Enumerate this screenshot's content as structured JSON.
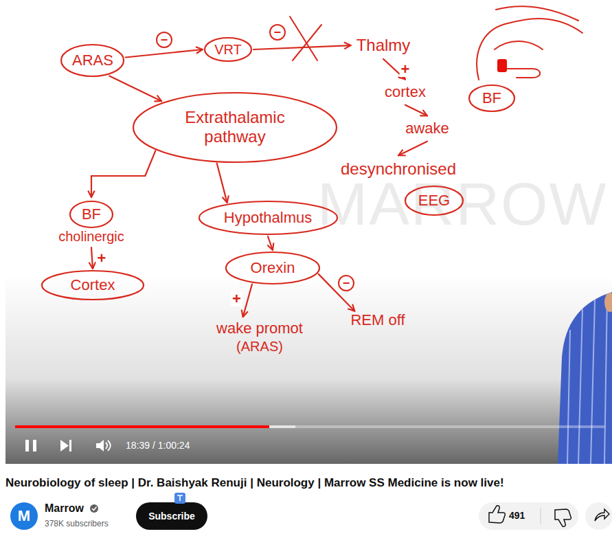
{
  "diagram": {
    "title": "Neurobiology of sleep | Dr. Baishyak Renuji | Neurology | Marrow SS Medicine is now live!",
    "nodes": [
      {
        "text": [
          "ARAS"
        ]
      },
      {
        "text": [
          "VRT"
        ]
      },
      {
        "text": [
          "Thalmy"
        ]
      },
      {
        "text": [
          "BF"
        ]
      },
      {
        "text": [
          "cortex"
        ]
      },
      {
        "text": [
          "Extrathalamic pathway"
        ]
      },
      {
        "text": [
          "awake"
        ]
      },
      {
        "text": [
          "desynchronised"
        ]
      },
      {
        "text": [
          "EEG"
        ]
      },
      {
        "text": [
          "BF",
          "cholinergic"
        ]
      },
      {
        "text": [
          "Hypothalmus"
        ]
      },
      {
        "text": [
          "Cortex"
        ]
      },
      {
        "text": [
          "Orexin"
        ]
      },
      {
        "text": [
          "wake promot",
          "(ARAS)"
        ]
      },
      {
        "text": [
          "REM off"
        ]
      }
    ],
    "edges": [
      {
        "from": 0,
        "to": 1,
        "arrow": "to",
        "label": "−"
      },
      {
        "from": 1,
        "to": 2,
        "arrow": "to",
        "label": "−"
      },
      {
        "from": 2,
        "to": 4,
        "arrow": "to",
        "label": "+"
      },
      {
        "from": 4,
        "to": 6,
        "arrow": "to"
      },
      {
        "from": 6,
        "to": 7,
        "arrow": "to"
      },
      {
        "from": 0,
        "to": 5,
        "arrow": "to"
      },
      {
        "from": 5,
        "to": 9,
        "arrow": "to"
      },
      {
        "from": 5,
        "to": 10,
        "arrow": "to"
      },
      {
        "from": 9,
        "to": 11,
        "arrow": "to",
        "label": "+"
      },
      {
        "from": 10,
        "to": 12,
        "arrow": "to"
      },
      {
        "from": 12,
        "to": 13,
        "arrow": "to",
        "label": "+"
      },
      {
        "from": 12,
        "to": 14,
        "arrow": "to",
        "label": "−"
      }
    ],
    "labels": [
      "MARROW",
      "18:39 / 1:00:24",
      "M",
      "Marrow",
      "378K subscribers",
      "Subscribe",
      "491"
    ]
  }
}
